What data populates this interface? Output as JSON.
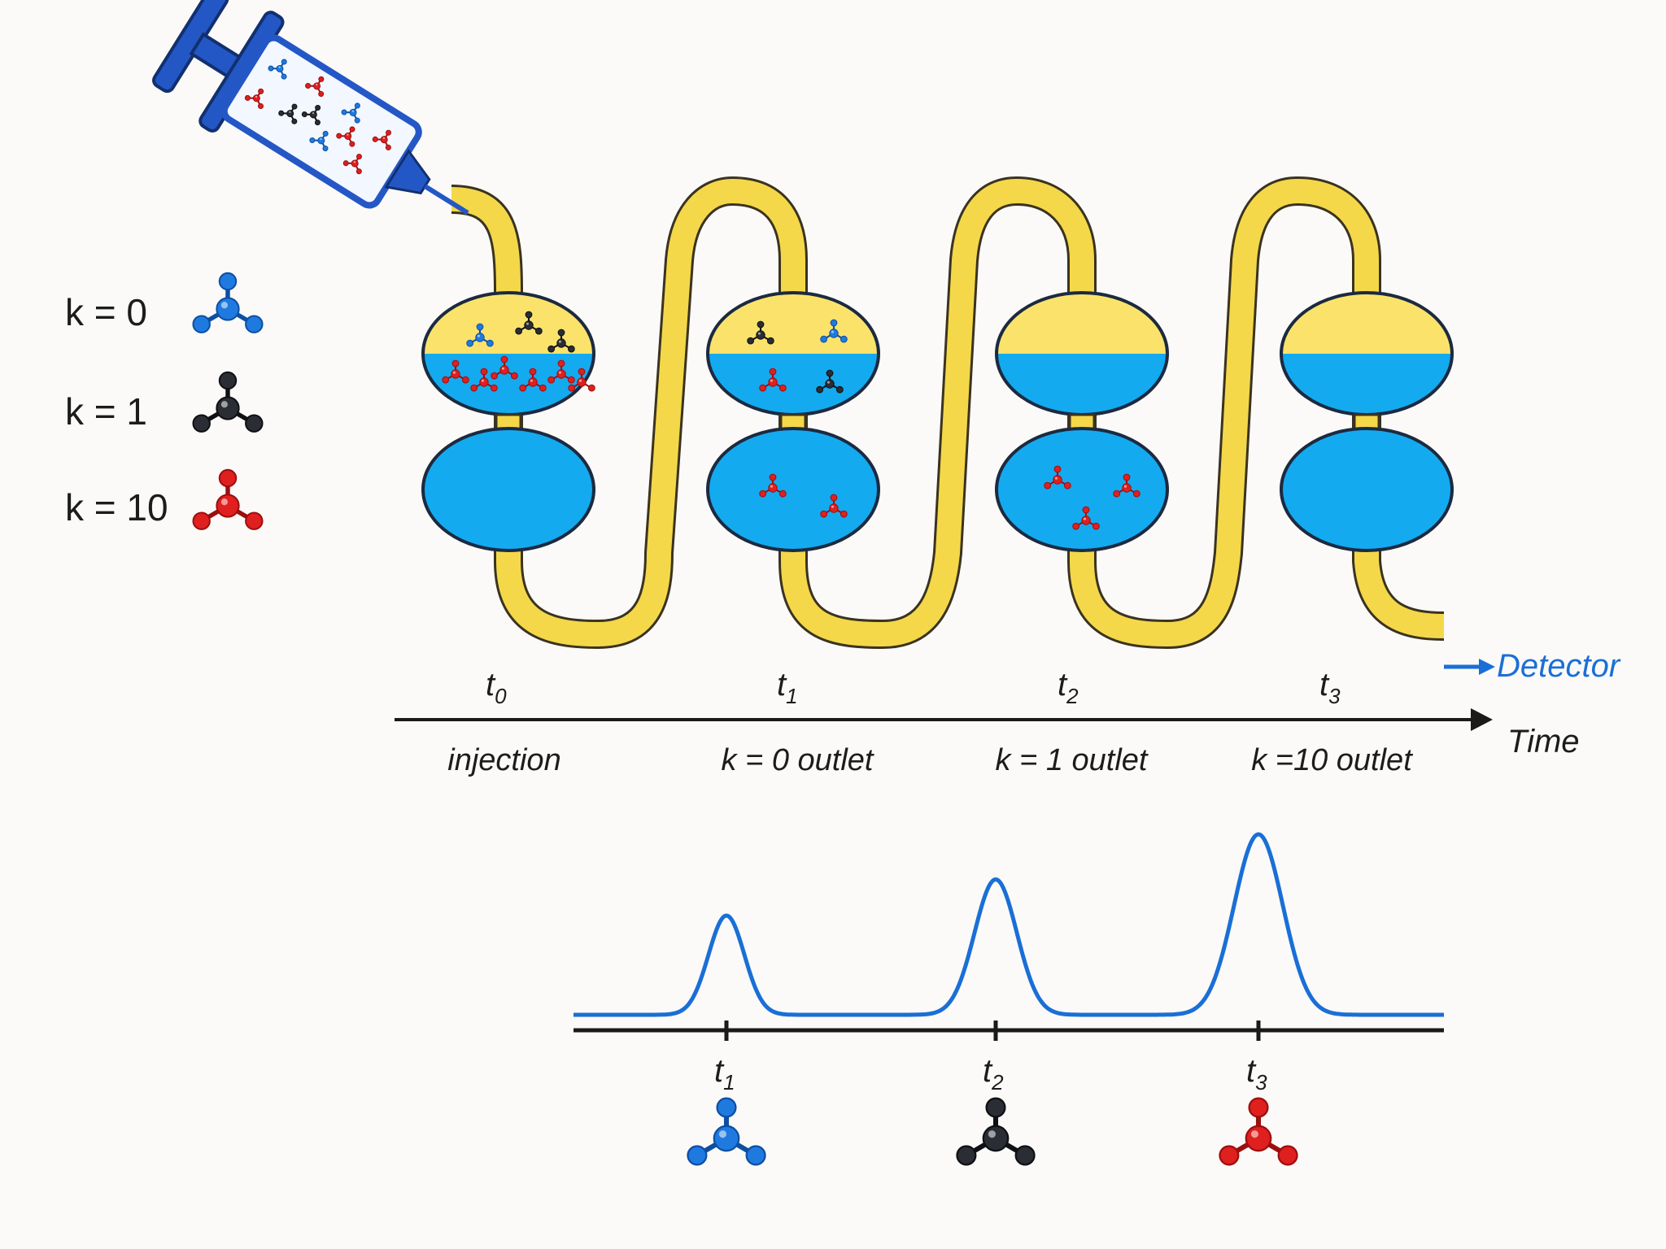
{
  "legend": [
    {
      "label": "k = 0",
      "color": "#1f7ae0",
      "dark": "#0d4fa3"
    },
    {
      "label": "k = 1",
      "color": "#2a2d33",
      "dark": "#0f1013"
    },
    {
      "label": "k = 10",
      "color": "#e01f1f",
      "dark": "#9c0f0f"
    }
  ],
  "timeline": {
    "times": [
      {
        "letter": "t",
        "sub": "0",
        "stage": "injection"
      },
      {
        "letter": "t",
        "sub": "1",
        "stage": "k = 0 outlet"
      },
      {
        "letter": "t",
        "sub": "2",
        "stage": "k = 1 outlet"
      },
      {
        "letter": "t",
        "sub": "3",
        "stage": "k =10 outlet"
      }
    ],
    "axis_label": "Time",
    "detector_label": "Detector"
  },
  "chromatogram": {
    "ticks": [
      {
        "letter": "t",
        "sub": "1",
        "molecule": "k = 0"
      },
      {
        "letter": "t",
        "sub": "2",
        "molecule": "k = 1"
      },
      {
        "letter": "t",
        "sub": "3",
        "molecule": "k = 10"
      }
    ],
    "peak_relative_heights": [
      0.55,
      0.75,
      1.0
    ]
  },
  "colors": {
    "tube": "#f4d84a",
    "tube_outline": "#3a3320",
    "mobile_phase": "#fbe36b",
    "stationary_phase": "#14aaf0",
    "syringe": "#2457c6",
    "trace": "#1a6fd6",
    "axis": "#1a1a1a"
  }
}
